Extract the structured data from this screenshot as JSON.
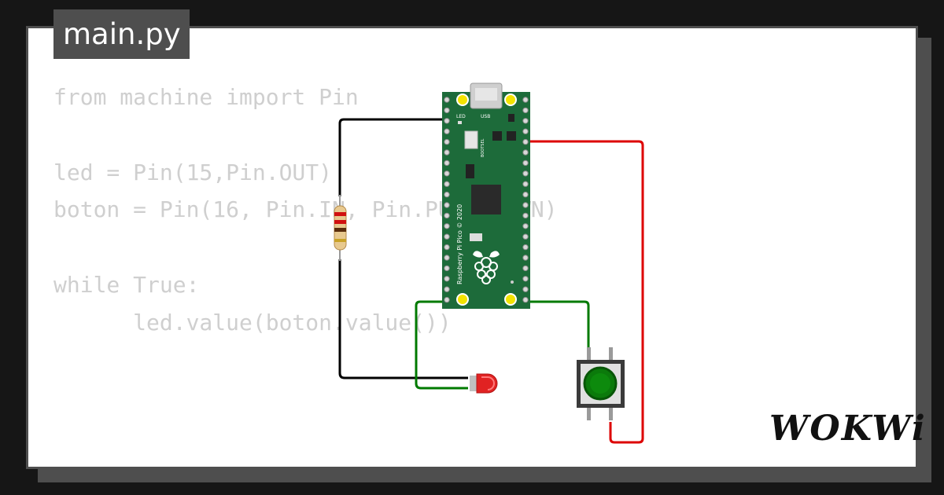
{
  "editor": {
    "tab_label": "main.py",
    "code_lines": [
      "from machine import Pin",
      "",
      "led = Pin(15,Pin.OUT)",
      "boton = Pin(16, Pin.IN, Pin.PULL_DOWN)",
      "",
      "while True:",
      "      led.value(boton.value())"
    ]
  },
  "board": {
    "silkscreen_text": "Raspberry Pi Pico © 2020",
    "usb_label": "USB",
    "led_label": "LED",
    "bootsel_label": "BOOTSEL",
    "color": "#1d6b3a"
  },
  "wires": {
    "black": "#000000",
    "red": "#dd0000",
    "green": "#007a00"
  },
  "brand": {
    "logo_text": "WOKWi"
  }
}
